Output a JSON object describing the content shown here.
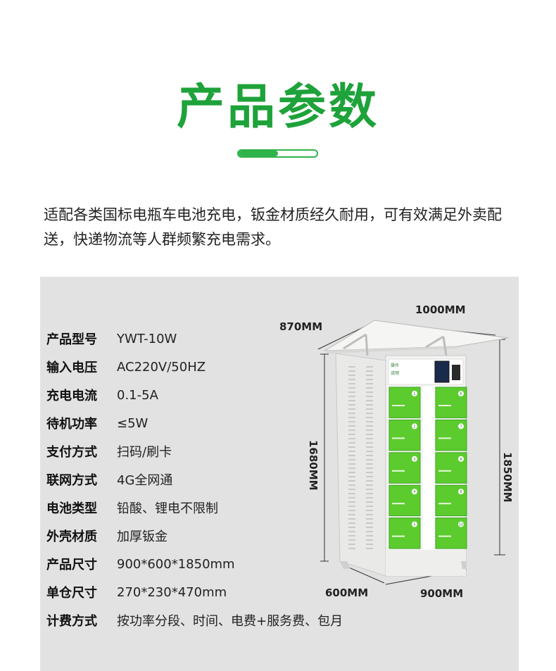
{
  "header": {
    "title": "产品参数"
  },
  "progress_bar": {
    "fill_fraction": 0.5,
    "color": "#2fb34a"
  },
  "intro": {
    "text": "适配各类国标电瓶车电池充电，钣金材质经久耐用，可有效满足外卖配送，快递物流等人群频繁充电需求。"
  },
  "specs": [
    {
      "label": "产品型号",
      "value": "YWT-10W"
    },
    {
      "label": "输入电压",
      "value": "AC220V/50HZ"
    },
    {
      "label": "充电电流",
      "value": "0.1-5A"
    },
    {
      "label": "待机功率",
      "value": "≤5W"
    },
    {
      "label": "支付方式",
      "value": "扫码/刷卡"
    },
    {
      "label": "联网方式",
      "value": "4G全网通"
    },
    {
      "label": "电池类型",
      "value": "铅酸、锂电不限制"
    },
    {
      "label": "外壳材质",
      "value": "加厚钣金"
    },
    {
      "label": "产品尺寸",
      "value": "900*600*1850mm"
    },
    {
      "label": "单仓尺寸",
      "value": "270*230*470mm"
    },
    {
      "label": "计费方式",
      "value": "按功率分段、时间、电费+服务费、包月"
    }
  ],
  "dimensions": {
    "top_width": "1000MM",
    "top_depth": "870MM",
    "body_height": "1680MM",
    "total_height": "1850MM",
    "base_depth": "600MM",
    "base_width": "900MM"
  },
  "cabinet": {
    "panel_label_top": "操作",
    "panel_label_bottom": "说明",
    "door_numbers_left": [
      "1",
      "2",
      "3",
      "4",
      "5"
    ],
    "door_numbers_right": [
      "6",
      "7",
      "8",
      "9",
      "10"
    ],
    "door_color": "#5ccb2e",
    "body_color": "#f3f4f2"
  }
}
